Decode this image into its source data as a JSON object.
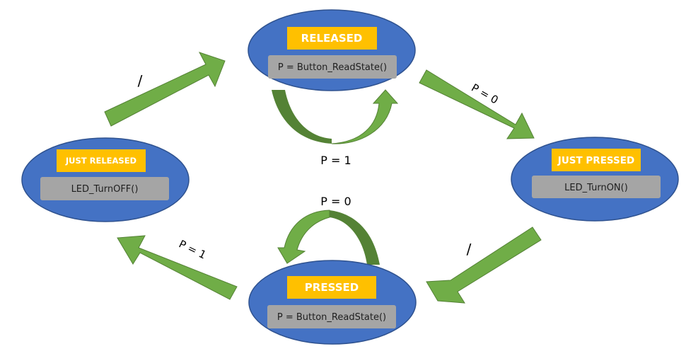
{
  "colors": {
    "state_fill": "#4472C4",
    "state_stroke": "#2F528F",
    "title_fill": "#FFC000",
    "action_fill": "#A5A5A5",
    "arrow_fill": "#70AD47",
    "arrow_dark": "#548235"
  },
  "states": {
    "released": {
      "title": "RELEASED",
      "action": "P  = Button_ReadState()"
    },
    "just_pressed": {
      "title": "JUST PRESSED",
      "action": "LED_TurnON()"
    },
    "pressed": {
      "title": "PRESSED",
      "action": "P  = Button_ReadState()"
    },
    "just_released": {
      "title": "JUST RELEASED",
      "action": "LED_TurnOFF()"
    }
  },
  "transitions": {
    "released_to_just_pressed": "P = 0",
    "released_self": "P = 1",
    "just_pressed_to_pressed": "/",
    "pressed_self": "P = 0",
    "pressed_to_just_released": "P = 1",
    "just_released_to_released": "/"
  }
}
